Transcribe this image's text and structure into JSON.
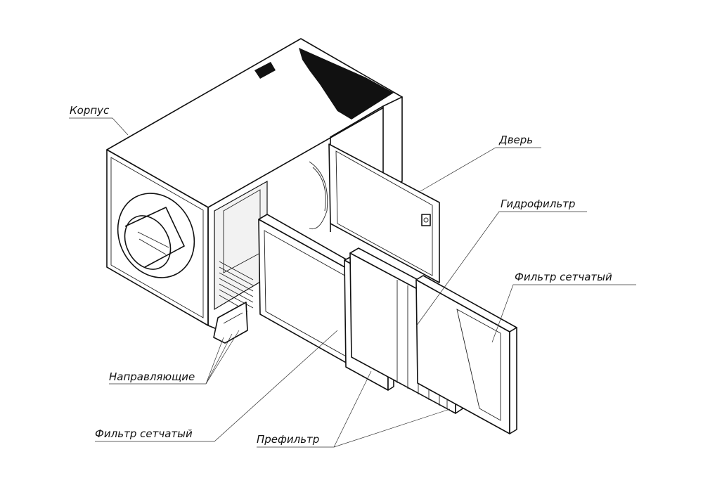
{
  "labels": {
    "korpus": "Корпус",
    "dver": "Дверь",
    "gidrofiltr": "Гидрофильтр",
    "filtr_setchaty_right": "Фильтр сетчатый",
    "napravlyayushchie": "Направляющие",
    "filtr_setchaty_bottom": "Фильтр сетчатый",
    "prefiltr": "Префильтр"
  }
}
